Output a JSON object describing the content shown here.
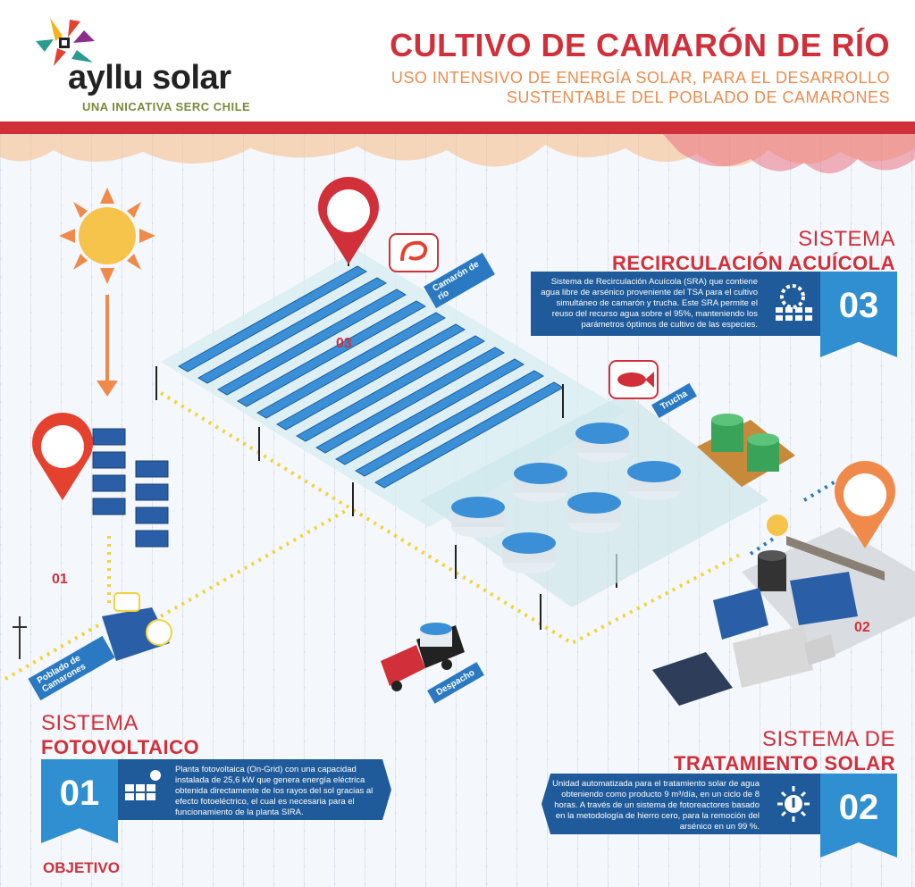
{
  "brand": {
    "name": "ayllu solar",
    "tagline": "UNA INICATIVA SERC CHILE",
    "logo_colors": [
      "#e5412f",
      "#f5b21b",
      "#2a9c8f",
      "#8b2f8f",
      "#222222"
    ]
  },
  "header": {
    "title": "CULTIVO DE CAMARÓN DE RÍO",
    "subtitle_line1": "USO INTENSIVO DE ENERGÍA SOLAR, PARA EL DESARROLLO",
    "subtitle_line2": "SUSTENTABLE DEL POBLADO DE CAMARONES"
  },
  "diagram_labels": {
    "camaron": "Camarón de río",
    "trucha": "Trucha",
    "poblado": "Poblado de Camarones",
    "despacho": "Despacho",
    "pin_01": "01",
    "pin_02": "02",
    "pin_03": "03"
  },
  "systems": {
    "recirculacion": {
      "light": "SISTEMA",
      "bold": "RECIRCULACIÓN ACUÍCOLA",
      "number": "03",
      "description": "Sistema de Recirculación Acuícola (SRA) que contiene agua libre de arsénico proveniente del TSA para el cultivo simultáneo de camarón y trucha. Este SRA permite el reuso del recurso agua sobre el 95%, manteniendo los parámetros óptimos de cultivo de las especies."
    },
    "fotovoltaico": {
      "light": "SISTEMA",
      "bold": "FOTOVOLTAICO",
      "number": "01",
      "description": "Planta fotovoltaica (On-Grid) con una capacidad instalada de 25,6 kW que genera energía eléctrica obtenida directamente de los rayos del sol gracias al efecto fotoeléctrico, el cual es necesaria para el funcionamiento de la planta SIRA."
    },
    "tratamiento": {
      "light": "SISTEMA DE",
      "bold": "TRATAMIENTO SOLAR",
      "number": "02",
      "description": "Unidad automatizada para el tratamiento solar de agua obteniendo como producto 9 m³/día, en un ciclo de 8 horas. A través de un sistema de fotoreactores basado en la metodología de hierro cero, para la remoción del arsénico en un 99 %."
    }
  },
  "footer": {
    "objetivo": "OBJETIVO"
  },
  "colors": {
    "red": "#d1303a",
    "orange": "#f08a4b",
    "blue_dark": "#1f5a9a",
    "blue_light": "#2f8fd1",
    "yellow_path": "#f2d33a"
  }
}
